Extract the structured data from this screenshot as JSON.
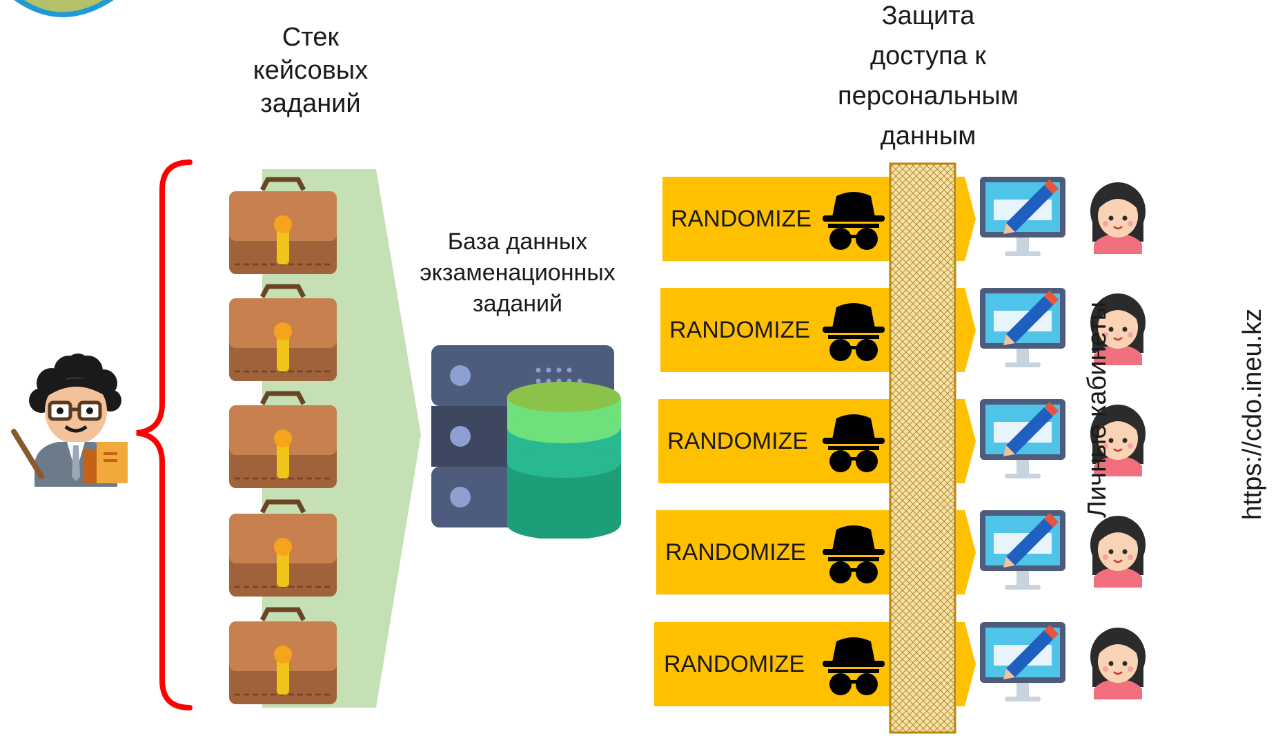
{
  "stack": {
    "title_lines": [
      "Стек",
      "кейсовых",
      "заданий"
    ],
    "item_count": 5
  },
  "database": {
    "title_lines": [
      "База данных",
      "экзаменационных",
      "заданий"
    ]
  },
  "protection": {
    "title_lines": [
      "Защита",
      "доступа к",
      "персональным",
      "данным"
    ]
  },
  "rows": [
    {
      "label": "RANDOMIZE"
    },
    {
      "label": "RANDOMIZE"
    },
    {
      "label": "RANDOMIZE"
    },
    {
      "label": "RANDOMIZE"
    },
    {
      "label": "RANDOMIZE"
    }
  ],
  "cabinets_label": "Личные кабинеты",
  "site_url": "https://cdo.ineu.kz",
  "colors": {
    "brace": "#ff0000",
    "funnel": "#c5e0b4",
    "randomize": "#ffc000",
    "firewall": "#f5d98c",
    "firewall_border": "#b8860b"
  }
}
